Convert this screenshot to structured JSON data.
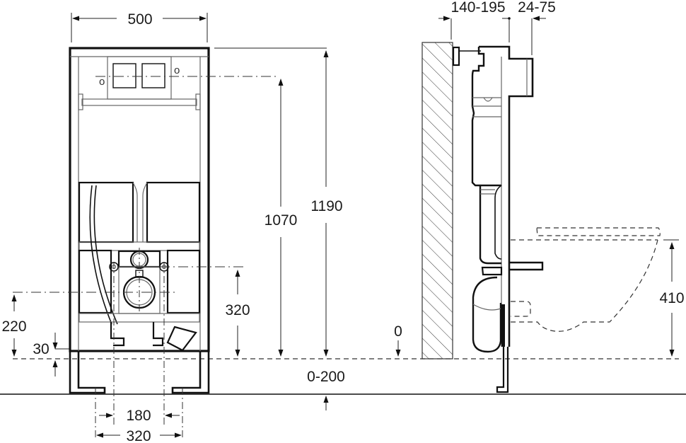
{
  "drawing": {
    "title": "Wall-hung WC installation frame — dimensional drawing",
    "views": [
      "front-view",
      "side-view"
    ],
    "units": "mm"
  },
  "front_view": {
    "dimensions": {
      "width": "500",
      "height_total": "1190",
      "height_flush_plate": "1070",
      "drain_height": "320",
      "outlet_height": "220",
      "foot_offset": "30",
      "bolt_spacing_inner": "180",
      "bolt_spacing_outer": "320",
      "floor_adjust": "0-200"
    }
  },
  "side_view": {
    "dimensions": {
      "wall_distance": "140-195",
      "plate_depth": "24-75",
      "zero_level": "0",
      "bowl_height": "410"
    }
  },
  "colors": {
    "line": "#111111",
    "background": "#ffffff",
    "hatch": "#333333"
  }
}
